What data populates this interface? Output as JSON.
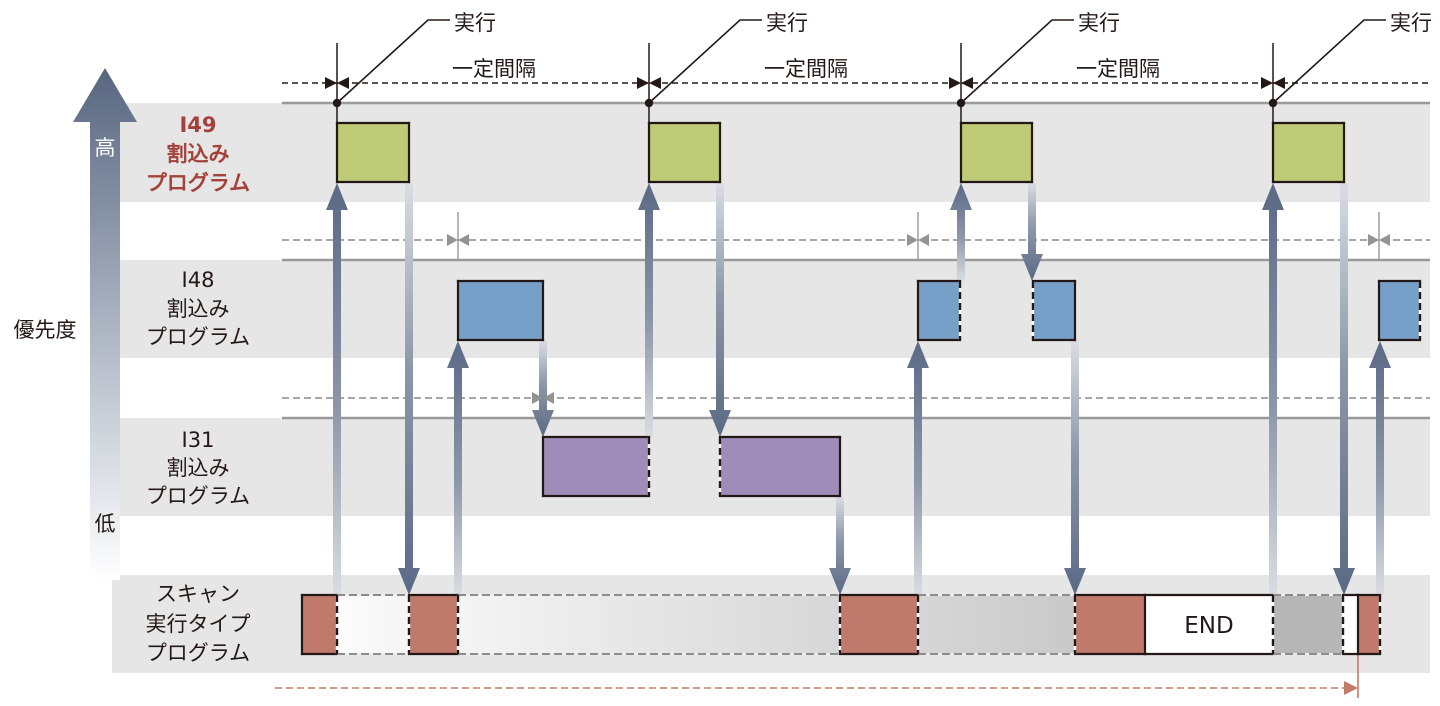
{
  "priority_axis": {
    "label": "優先度",
    "high": "高",
    "low": "低"
  },
  "rows": {
    "i49": {
      "id": "I49",
      "line1": "割込み",
      "line2": "プログラム"
    },
    "i48": {
      "id": "I48",
      "line1": "割込み",
      "line2": "プログラム"
    },
    "i31": {
      "id": "I31",
      "line1": "割込み",
      "line2": "プログラム"
    },
    "scan": {
      "line1": "スキャン",
      "line2": "実行タイプ",
      "line3": "プログラム"
    }
  },
  "execution_labels": [
    "実行",
    "実行",
    "実行",
    "実行"
  ],
  "interval_labels": [
    "一定間隔",
    "一定間隔",
    "一定間隔"
  ],
  "scan_end_label": "END",
  "execution_order": [
    "Scan",
    "I49",
    "Scan",
    "I48",
    "I31",
    "I49",
    "I31",
    "Scan",
    "I48",
    "I49",
    "I48",
    "Scan",
    "END",
    "I49",
    "Scan",
    "I48"
  ],
  "colors": {
    "i49_task": "#bdcb77",
    "i48_task": "#77a0c9",
    "i31_task": "#a08cb8",
    "scan_task": "#c07a6c",
    "i49_label": "#a3423a",
    "band": "#e6e6e6",
    "transition_arrow": "#5a6985",
    "scan_cycle_arrow": "#c47a68"
  }
}
